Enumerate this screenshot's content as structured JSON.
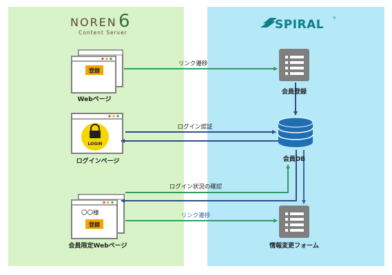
{
  "colors": {
    "left_bg": "#d7f3c7",
    "right_bg": "#b5e9f8",
    "green": "#2f9b5e",
    "navy": "#2f4c88",
    "blue_arrow": "#3a61a6",
    "gray": "#7f7f7f",
    "orange": "#f5a400",
    "yellow": "#f6d600",
    "db_blue": "#1f6fb2",
    "spiral_teal": "#0d7e86"
  },
  "left": {
    "logo_title": "NOREN",
    "logo_number": "6",
    "logo_sub": "Content Server",
    "web_page": {
      "button": "登録",
      "caption": "Webページ"
    },
    "login_page": {
      "button": "LOGIN",
      "caption": "ログインページ"
    },
    "member_page": {
      "user": "〇〇様",
      "button": "登録",
      "caption": "会員限定Webページ"
    }
  },
  "right": {
    "logo": "SPIRAL",
    "member_reg_caption": "会員登録",
    "member_db_caption": "会員DB",
    "info_change_caption": "情報変更フォーム"
  },
  "arrows": {
    "link_transition_1": "リンク遷移",
    "login_auth": "ログイン認証",
    "login_status_check": "ログイン状況の確認",
    "link_transition_2": "リンク遷移"
  }
}
